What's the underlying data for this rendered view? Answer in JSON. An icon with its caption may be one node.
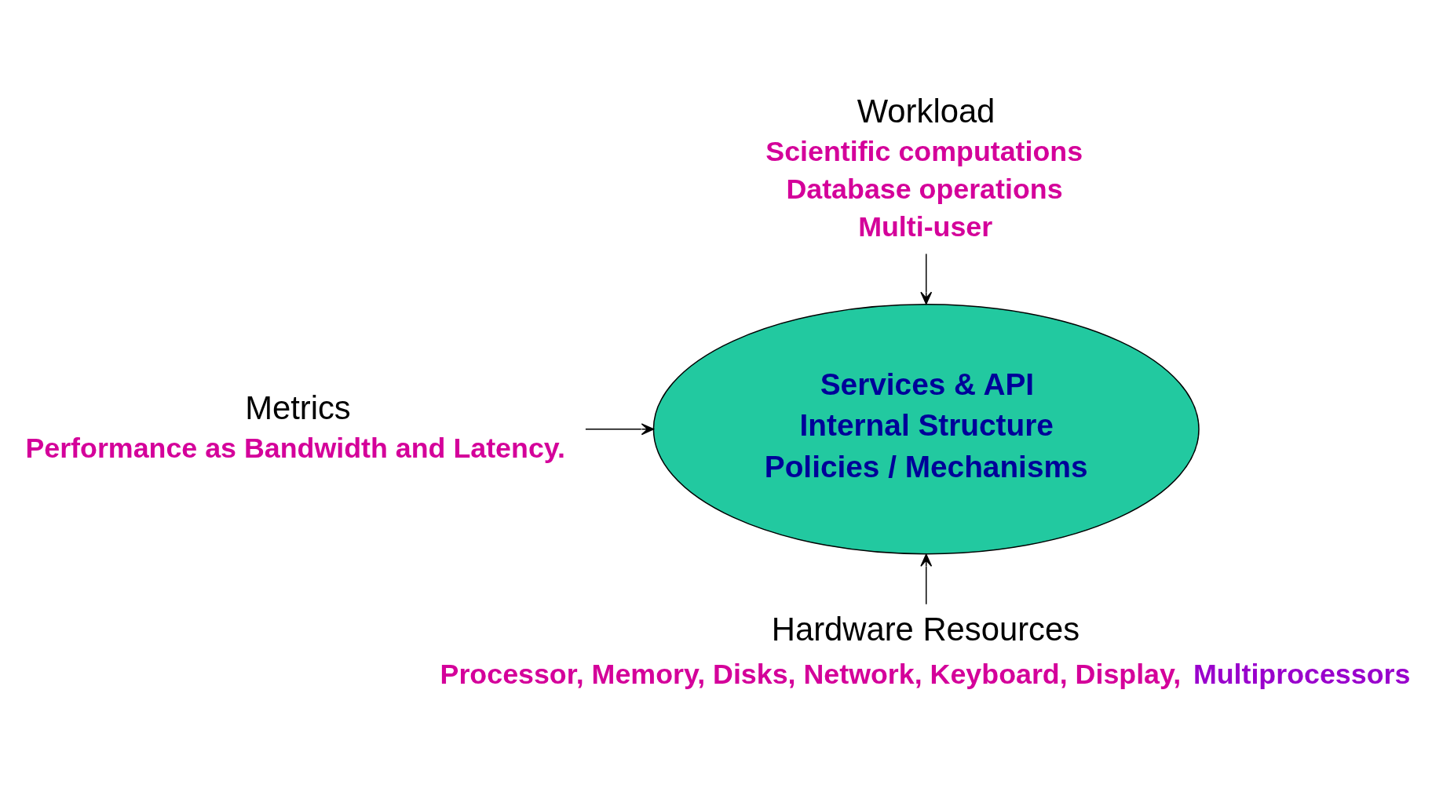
{
  "diagram": {
    "nodes": [
      {
        "text": [
          "Services & API",
          "Internal Structure",
          "Policies / Mechanisms"
        ]
      },
      {
        "text": [
          "Workload"
        ],
        "beside": [
          "Scientific computations",
          "Database operations",
          "Multi-user"
        ]
      },
      {
        "text": [
          "Metrics"
        ],
        "beside": [
          "Performance as Bandwidth and Latency."
        ]
      },
      {
        "text": [
          "Hardware Resources"
        ],
        "beside": [
          "Processor, Memory, Disks, Network, Keyboard, Display,",
          "Multiprocessors"
        ]
      }
    ],
    "edges": [
      {
        "from": 1,
        "to": 0,
        "arrow": "to"
      },
      {
        "from": 2,
        "to": 0,
        "arrow": "to"
      },
      {
        "from": 3,
        "to": 0,
        "arrow": "to"
      }
    ]
  }
}
